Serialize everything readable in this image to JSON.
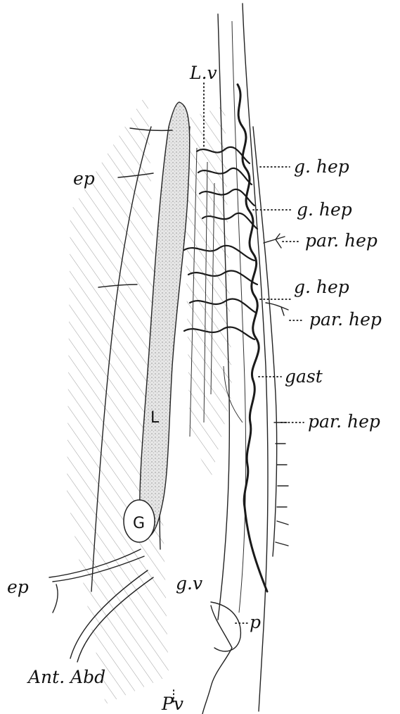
{
  "figure": {
    "labels": {
      "lv": "L.v",
      "ghep1": "g. hep",
      "ghep2": "g. hep",
      "ghep3": "g. hep",
      "parhep1": "par. hep",
      "parhep2": "par. hep",
      "parhep3": "par. hep",
      "gast": "gast",
      "ep1": "ep",
      "ep2": "ep",
      "L": "L",
      "G": "G",
      "gv": "g.v",
      "p": "p",
      "antabd": "Ant. Abd",
      "pv": "Pv"
    }
  }
}
